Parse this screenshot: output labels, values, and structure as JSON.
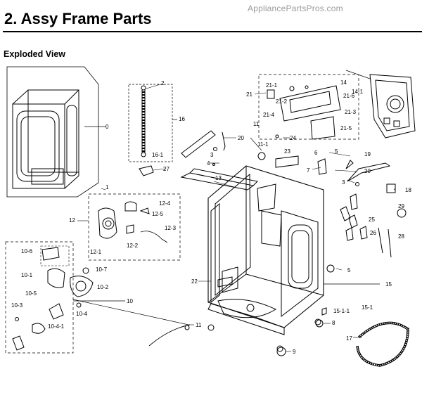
{
  "watermark": "AppliancePartsPros.com",
  "title": "2.  Assy Frame Parts",
  "section": "Exploded View",
  "callouts": [
    "0",
    "1",
    "2",
    "3",
    "3",
    "4",
    "5",
    "5",
    "6",
    "7",
    "8",
    "9",
    "10",
    "10-1",
    "10-2",
    "10-3",
    "10-4",
    "10-4-1",
    "10-5",
    "10-6",
    "10-7",
    "11",
    "11",
    "11-1",
    "12",
    "12-1",
    "12-2",
    "12-3",
    "12-4",
    "12-5",
    "13",
    "14",
    "14-1",
    "15",
    "15-1",
    "15-1-1",
    "16",
    "16-1",
    "17",
    "18",
    "19",
    "20",
    "20",
    "21",
    "21-1",
    "21-2",
    "21-3",
    "21-4",
    "21-5",
    "21-6",
    "22",
    "23",
    "24",
    "25",
    "26",
    "27",
    "28",
    "29"
  ]
}
